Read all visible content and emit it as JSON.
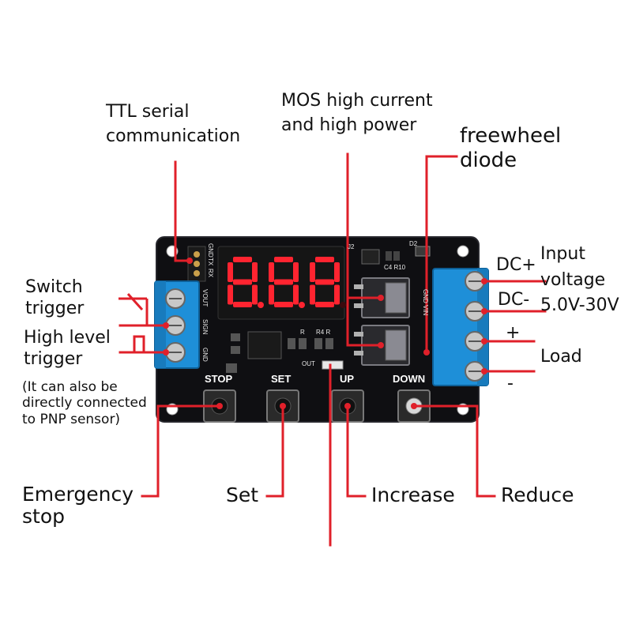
{
  "colors": {
    "pcb": "#0f0f12",
    "pcb_edge": "#1c1c22",
    "accent_line": "#e0202a",
    "terminal_blue": "#1e8fd8",
    "segment_red": "#ff2430",
    "segment_off": "#3a0a0e"
  },
  "display": {
    "value": "8.8.8"
  },
  "callouts": {
    "ttl": [
      "TTL serial",
      "communication"
    ],
    "mos": [
      "MOS high current",
      "and high power"
    ],
    "diode": [
      "freewheel",
      "diode"
    ],
    "switch_trigger": [
      "Switch",
      "trigger"
    ],
    "high_level_trigger": [
      "High level",
      "trigger"
    ],
    "pnp_note": "(It can also be directly connected to PNP sensor)",
    "dc_plus": "DC+",
    "dc_minus": "DC-",
    "input_voltage": [
      "Input",
      "voltage",
      "5.0V-30V"
    ],
    "load_plus": "+",
    "load": "Load",
    "load_minus": "-",
    "emergency_stop": [
      "Emergency",
      "stop"
    ],
    "set": "Set",
    "increase": "Increase",
    "reduce": "Reduce"
  },
  "pcb_labels": {
    "stop": "STOP",
    "set": "SET",
    "up": "UP",
    "down": "DOWN",
    "header_pins": [
      "RX",
      "TX",
      "GND"
    ],
    "vout": "VOUT",
    "sign": "SIGN",
    "gnd": "GND",
    "gnd_vin": "GND VIN",
    "d2": "D2",
    "c4r10": "C4 R10",
    "out": "OUT",
    "j2": "J2",
    "r": "R",
    "r4r": "R4 R"
  },
  "icons": [
    "screw-terminal-icon",
    "push-button-icon",
    "mosfet-icon",
    "seven-segment-display-icon",
    "switch-symbol-icon",
    "pulse-symbol-icon"
  ]
}
